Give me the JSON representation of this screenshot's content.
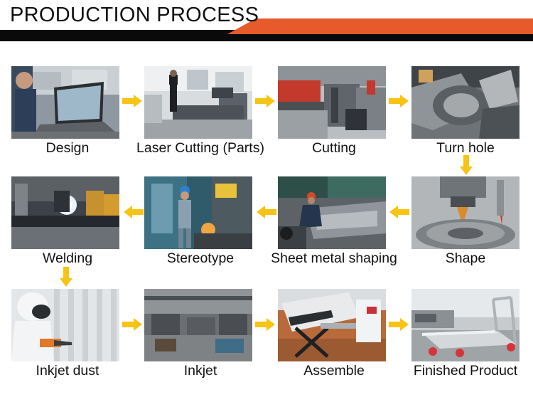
{
  "header": {
    "title": "PRODUCTION PROCESS"
  },
  "colors": {
    "accent_orange": "#e65a2c",
    "header_black": "#0a0a0a",
    "arrow_yellow": "#f7c315"
  },
  "steps": [
    {
      "label": "Design"
    },
    {
      "label": "Laser Cutting (Parts)"
    },
    {
      "label": "Cutting"
    },
    {
      "label": "Turn hole"
    },
    {
      "label": "Welding"
    },
    {
      "label": "Stereotype"
    },
    {
      "label": "Sheet metal shaping"
    },
    {
      "label": "Shape"
    },
    {
      "label": "Inkjet dust"
    },
    {
      "label": "Inkjet"
    },
    {
      "label": "Assemble"
    },
    {
      "label": "Finished Product"
    }
  ]
}
